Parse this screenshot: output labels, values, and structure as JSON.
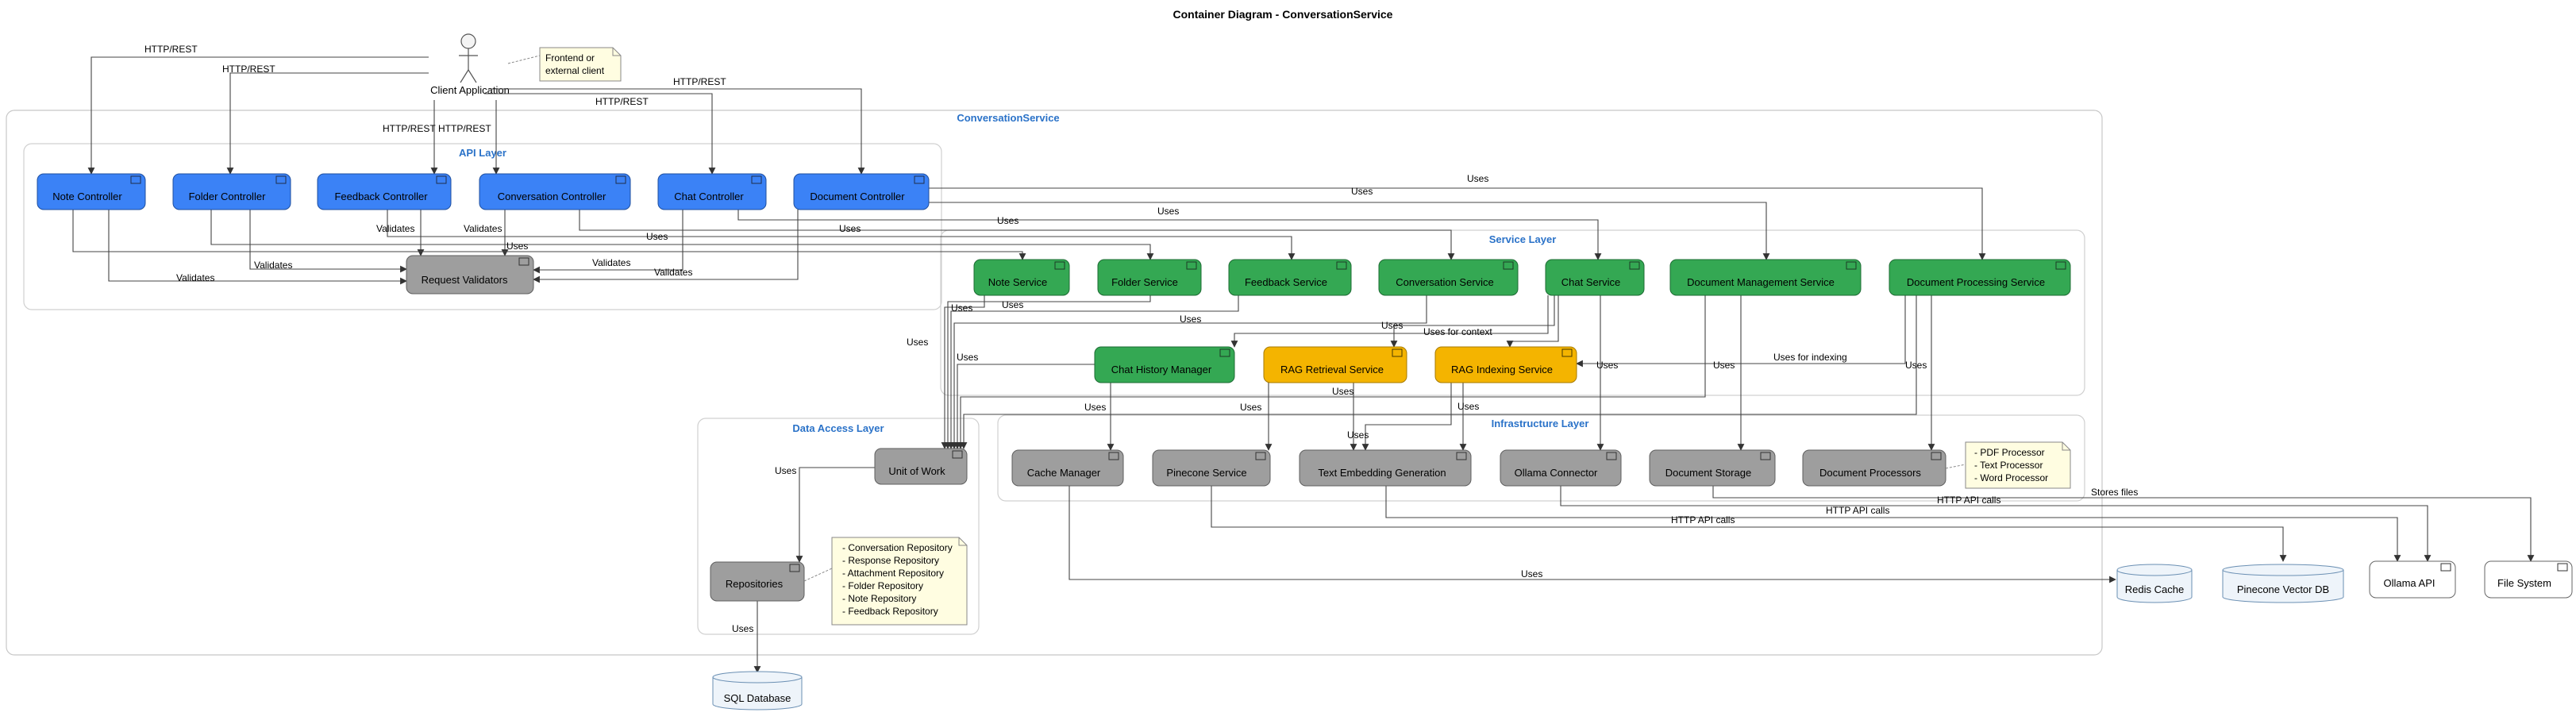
{
  "title": "Container Diagram - ConversationService",
  "actor": {
    "label": "Client Application",
    "note": [
      "Frontend or",
      "external client"
    ]
  },
  "boundaries": {
    "system": "ConversationService",
    "api": "API Layer",
    "service": "Service Layer",
    "data": "Data Access Layer",
    "infra": "Infrastructure Layer"
  },
  "colors": {
    "api": "#3b82f6",
    "service": "#34a853",
    "rag": "#f4b400",
    "infra": "#9e9e9e",
    "note": "#fffde1",
    "group_title": "#2a72c8"
  },
  "nodes": {
    "note_ctrl": "Note Controller",
    "folder_ctrl": "Folder Controller",
    "feedback_ctrl": "Feedback Controller",
    "conversation_ctrl": "Conversation Controller",
    "chat_ctrl": "Chat Controller",
    "document_ctrl": "Document Controller",
    "request_validators": "Request Validators",
    "note_svc": "Note Service",
    "folder_svc": "Folder Service",
    "feedback_svc": "Feedback Service",
    "conversation_svc": "Conversation Service",
    "chat_svc": "Chat Service",
    "doc_mgmt_svc": "Document Management Service",
    "doc_proc_svc": "Document Processing Service",
    "chat_history": "Chat History Manager",
    "rag_retrieval": "RAG Retrieval Service",
    "rag_indexing": "RAG Indexing Service",
    "unit_of_work": "Unit of Work",
    "repositories": "Repositories",
    "cache_manager": "Cache Manager",
    "pinecone_svc": "Pinecone Service",
    "text_embedding": "Text Embedding Generation",
    "ollama_connector": "Ollama Connector",
    "doc_storage": "Document Storage",
    "doc_processors": "Document Processors",
    "sql_db": "SQL Database",
    "redis": "Redis Cache",
    "pinecone_db": "Pinecone Vector DB",
    "ollama_api": "Ollama API",
    "file_system": "File System"
  },
  "notes": {
    "processors": [
      "- PDF Processor",
      "- Text Processor",
      "- Word Processor"
    ],
    "repositories": [
      "- Conversation Repository",
      "- Response Repository",
      "- Attachment Repository",
      "- Folder Repository",
      "- Note Repository",
      "- Feedback Repository"
    ]
  },
  "edge_labels": {
    "http": "HTTP/REST",
    "uses": "Uses",
    "validates": "Validates",
    "uses_context": "Uses for context",
    "uses_indexing": "Uses for indexing",
    "http_api": "HTTP API calls",
    "stores": "Stores files"
  }
}
